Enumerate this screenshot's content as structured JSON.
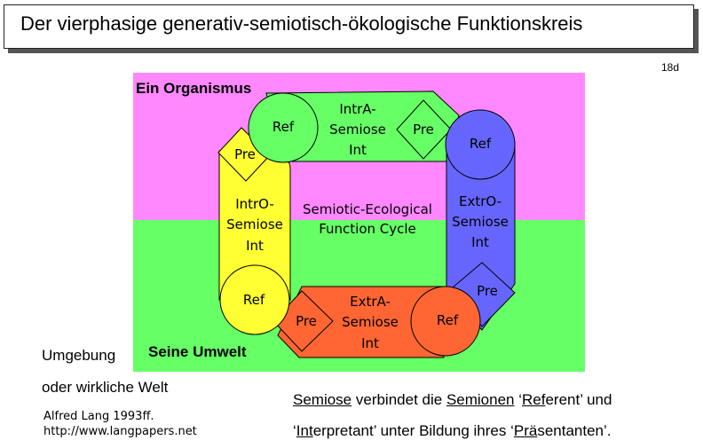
{
  "title": "Der vierphasige generativ-semiotisch-ökologische Funktionskreis",
  "slide_number": "18d",
  "regions": {
    "organism": "Ein Organismus",
    "environment": "Seine Umwelt",
    "colors": {
      "organism": "#ff88ff",
      "environment": "#66ff66"
    }
  },
  "center": {
    "line1": "Semiotic-Ecological",
    "line2": "Function Cycle"
  },
  "phases": {
    "intra": {
      "line1": "IntrA-",
      "line2": "Semiose",
      "line3": "Int",
      "color": "#66ff66"
    },
    "extro": {
      "line1": "ExtrO-",
      "line2": "Semiose",
      "line3": "Int",
      "color": "#6666ff"
    },
    "extra": {
      "line1": "ExtrA-",
      "line2": "Semiose",
      "line3": "Int",
      "color": "#ff6633"
    },
    "intro": {
      "line1": "IntrO-",
      "line2": "Semiose",
      "line3": "Int",
      "color": "#ffff33"
    }
  },
  "nodes": {
    "ref": "Ref",
    "pre": "Pre"
  },
  "side_labels": {
    "line1": "Umgebung",
    "line2": "oder wirkliche Welt"
  },
  "credit": {
    "line1": "Alfred Lang 1993ff.",
    "line2": "http://www.langpapers.net"
  },
  "explanation": {
    "line1": [
      "Semiose",
      " verbindet die ",
      "Semionen",
      " ‘",
      "Ref",
      "erent’ und"
    ],
    "line2": [
      "‘",
      "Int",
      "erpretant’ unter Bildung ihres ‘",
      "Prä",
      "sentanten’."
    ]
  }
}
